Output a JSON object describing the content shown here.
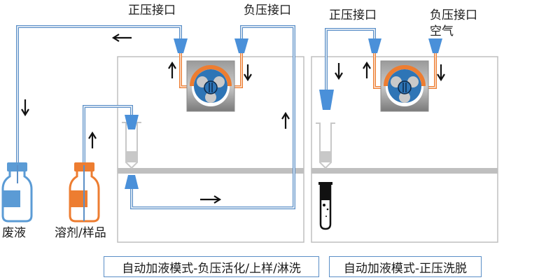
{
  "panels": {
    "left": {
      "labels": {
        "positive_port": "正压接口",
        "negative_port": "负压接口",
        "waste": "废液",
        "solvent_sample": "溶剂/样品"
      },
      "caption": "自动加液模式-负压活化/上样/淋洗"
    },
    "right": {
      "labels": {
        "positive_port": "正压接口",
        "negative_port": "负压接口",
        "air": "空气"
      },
      "caption": "自动加液模式-正压洗脱"
    }
  },
  "colors": {
    "tube_blue": "#5b8fc7",
    "connector_blue": "#4a90d9",
    "pump_orange": "#ed7d31",
    "pump_rotor_blue": "#2e75b6",
    "pump_housing_gray": "#8c8c8c",
    "frame_gray": "#bfbfbf",
    "waste_bottle": "#5b9bd5",
    "solvent_bottle": "#ed7d31"
  },
  "arrows": {
    "left_top_tube": "left",
    "left_waste_line": "down",
    "left_pump_in": "up",
    "left_pump_out": "down",
    "left_sample_line": "up",
    "left_bottom_return": "right",
    "left_right_riser": "up",
    "right_drop_line": "down",
    "right_pump_in": "up",
    "right_pump_out": "down"
  }
}
